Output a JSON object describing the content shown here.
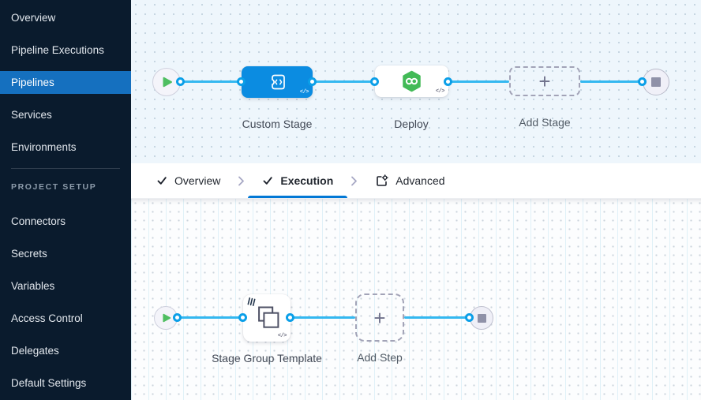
{
  "sidebar": {
    "nav_items": [
      {
        "label": "Overview",
        "active": false
      },
      {
        "label": "Pipeline Executions",
        "active": false
      },
      {
        "label": "Pipelines",
        "active": true
      },
      {
        "label": "Services",
        "active": false
      },
      {
        "label": "Environments",
        "active": false
      }
    ],
    "section_label": "PROJECT SETUP",
    "setup_items": [
      {
        "label": "Connectors"
      },
      {
        "label": "Secrets"
      },
      {
        "label": "Variables"
      },
      {
        "label": "Access Control"
      },
      {
        "label": "Delegates"
      },
      {
        "label": "Default Settings"
      }
    ]
  },
  "stage_canvas": {
    "nodes": {
      "start": {
        "icon": "play-icon"
      },
      "custom_stage": {
        "label": "Custom Stage",
        "icon": "custom-stage-icon",
        "code_badge": "</>"
      },
      "deploy": {
        "label": "Deploy",
        "icon": "cd-hexagon-icon",
        "code_badge": "</>"
      },
      "add_stage": {
        "label": "Add Stage",
        "plus": "+"
      },
      "end": {
        "icon": "stop-icon"
      }
    }
  },
  "tab_bar": {
    "tabs": [
      {
        "label": "Overview",
        "completed": true,
        "active": false
      },
      {
        "label": "Execution",
        "completed": true,
        "active": true
      },
      {
        "label": "Advanced",
        "completed": false,
        "active": false
      }
    ]
  },
  "execution_canvas": {
    "nodes": {
      "start": {
        "icon": "play-icon"
      },
      "stage_group": {
        "label": "Stage Group Template",
        "icon": "stage-group-icon",
        "template_badge": "template-badge-icon",
        "code_badge": "</>"
      },
      "add_step": {
        "label": "Add Step",
        "plus": "+"
      },
      "end": {
        "icon": "stop-icon"
      }
    }
  },
  "colors": {
    "sidebar_bg": "#0a1b2d",
    "sidebar_active": "#1570bf",
    "edge_line": "#34b8f0",
    "stage_blue": "#0b8ce1",
    "deploy_green": "#42ba57",
    "tab_underline": "#0278d5"
  }
}
